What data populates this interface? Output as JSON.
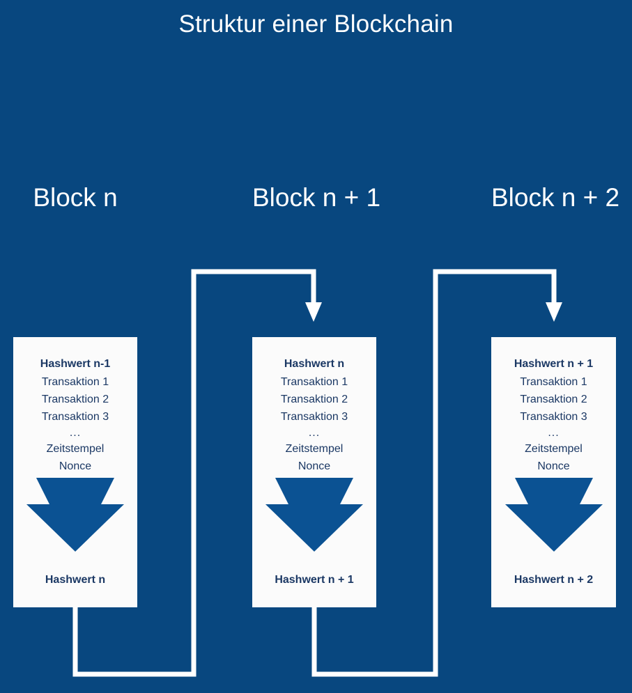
{
  "page": {
    "title": "Struktur einer Blockchain",
    "background_color": "#08477f",
    "card_color": "#fbfbfb",
    "text_color": "#1b3864",
    "connector_color": "#ffffff",
    "arrow_fill": "#0b5293"
  },
  "blocks": [
    {
      "heading": "Block n",
      "prev_hash": "Hashwert n-1",
      "transactions": [
        "Transaktion 1",
        "Transaktion 2",
        "Transaktion 3"
      ],
      "ellipsis": "...",
      "timestamp_label": "Zeitstempel",
      "nonce_label": "Nonce",
      "own_hash": "Hashwert n"
    },
    {
      "heading": "Block n + 1",
      "prev_hash": "Hashwert n",
      "transactions": [
        "Transaktion 1",
        "Transaktion 2",
        "Transaktion 3"
      ],
      "ellipsis": "...",
      "timestamp_label": "Zeitstempel",
      "nonce_label": "Nonce",
      "own_hash": "Hashwert n + 1"
    },
    {
      "heading": "Block n + 2",
      "prev_hash": "Hashwert n + 1",
      "transactions": [
        "Transaktion 1",
        "Transaktion 2",
        "Transaktion 3"
      ],
      "ellipsis": "...",
      "timestamp_label": "Zeitstempel",
      "nonce_label": "Nonce",
      "own_hash": "Hashwert n + 2"
    }
  ],
  "connectors": [
    {
      "from_block": "Block n",
      "to_block": "Block n + 1"
    },
    {
      "from_block": "Block n + 1",
      "to_block": "Block n + 2"
    }
  ]
}
